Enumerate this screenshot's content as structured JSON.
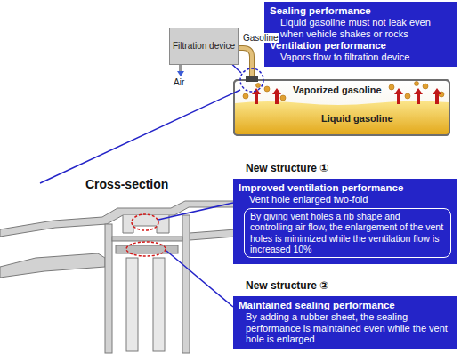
{
  "diagram": {
    "nodes": [
      {
        "text": [
          "Filtration device"
        ]
      },
      {
        "text": [
          "Vaporized gasoline",
          "Liquid gasoline"
        ]
      },
      {
        "text": [
          "Sealing performance",
          "Liquid gasoline must not leak even when vehicle shakes or rocks",
          "Ventilation performance",
          "Vapors flow to filtration device"
        ]
      },
      {
        "text": [
          "New structure ①",
          "Improved ventilation performance",
          "Vent hole enlarged two-fold"
        ]
      },
      {
        "text": [
          "By giving vent holes a rib shape and controlling air flow, the enlargement of the vent holes is minimized while the ventilation flow is increased 10%"
        ],
        "in": 3
      },
      {
        "text": [
          "New structure ②",
          "Maintained sealing performance",
          "By adding a rubber sheet, the sealing performance is maintained even while the vent hole is enlarged"
        ]
      }
    ],
    "edges": [
      {
        "from": 0,
        "to": 1,
        "arrow": "none",
        "label": "Gasoline"
      }
    ],
    "labels": [
      "Air",
      "Cross-section"
    ]
  }
}
